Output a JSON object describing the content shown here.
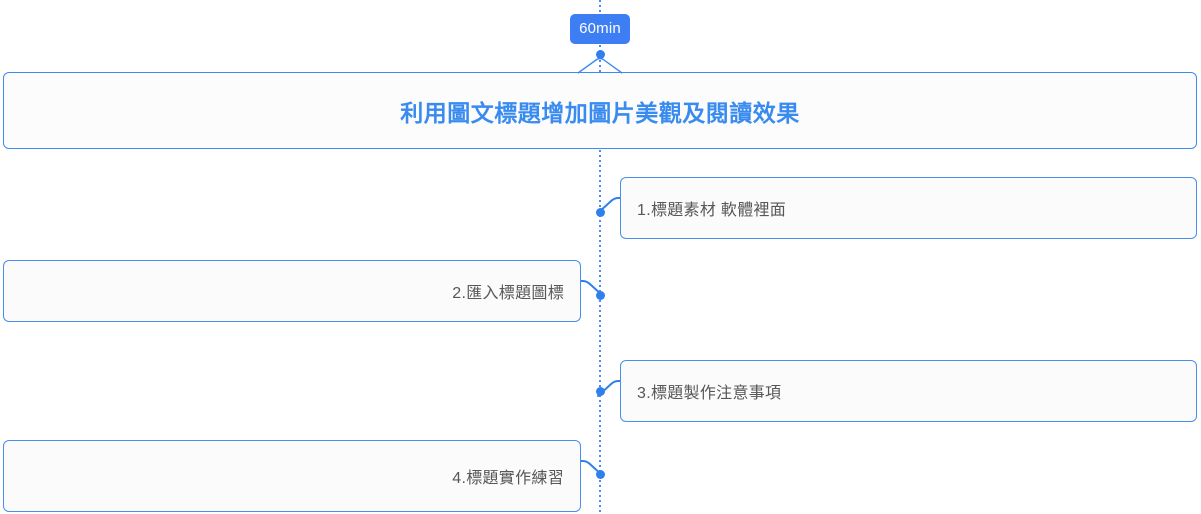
{
  "colors": {
    "accent": "#3d7ef5",
    "node_border": "#4a8df0",
    "title_text": "#3a8bf0",
    "node_text": "#575757",
    "badge_bg": "#3d7ef5",
    "badge_text": "#ffffff",
    "canvas_bg": "#ffffff",
    "card_bg": "#fbfbfb"
  },
  "badge": {
    "label": "60min"
  },
  "root": {
    "title": "利用圖文標題增加圖片美觀及閱讀效果"
  },
  "branches": [
    {
      "index": 1,
      "label": "1.標題素材 軟體裡面",
      "side": "right"
    },
    {
      "index": 2,
      "label": "2.匯入標題圖標",
      "side": "left"
    },
    {
      "index": 3,
      "label": "3.標題製作注意事項",
      "side": "right"
    },
    {
      "index": 4,
      "label": "4.標題實作練習",
      "side": "left"
    }
  ]
}
